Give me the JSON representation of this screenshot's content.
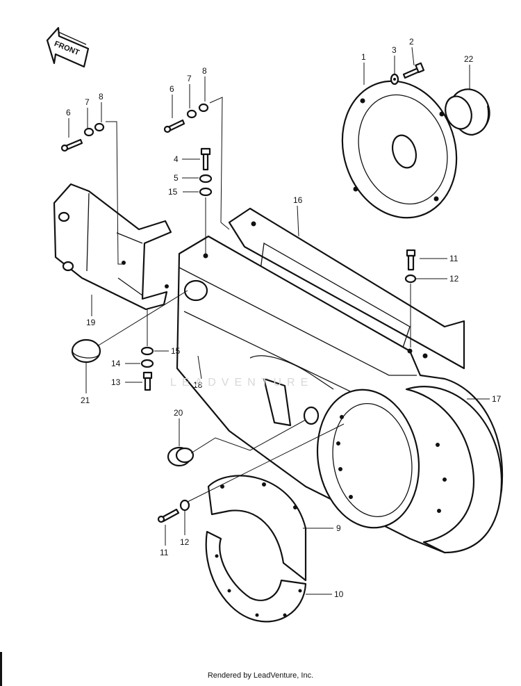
{
  "front_arrow_label": "FRONT",
  "watermark": "LEADVENTURE",
  "credit": "Rendered by LeadVenture, Inc.",
  "callouts": {
    "c1": "1",
    "c2": "2",
    "c3": "3",
    "c22": "22",
    "c6a": "6",
    "c7a": "7",
    "c8a": "8",
    "c6b": "6",
    "c7b": "7",
    "c8b": "8",
    "c4": "4",
    "c5": "5",
    "c15a": "15",
    "c16": "16",
    "c11a": "11",
    "c12a": "12",
    "c19": "19",
    "c15b": "15",
    "c14": "14",
    "c13": "13",
    "c18": "18",
    "c21": "21",
    "c17": "17",
    "c20": "20",
    "c9": "9",
    "c11b": "11",
    "c12b": "12",
    "c10": "10"
  }
}
